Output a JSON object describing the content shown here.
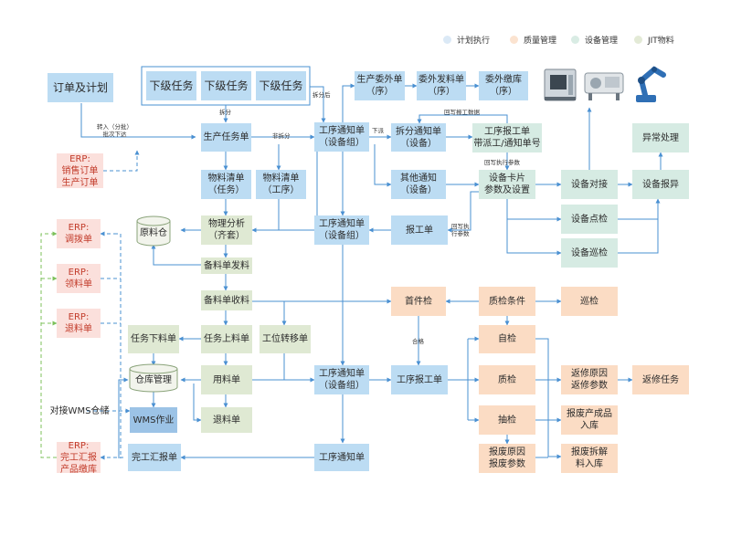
{
  "legend": [
    {
      "label": "计划执行",
      "color": "#dbe9f6"
    },
    {
      "label": "质量管理",
      "color": "#fbe3d0"
    },
    {
      "label": "设备管理",
      "color": "#d9ece4"
    },
    {
      "label": "JIT物料",
      "color": "#e3ead6"
    }
  ],
  "boxes": {
    "order_plan": "订单及计划",
    "sub_task_1": "下级任务",
    "sub_task_2": "下级任务",
    "sub_task_3": "下级任务",
    "outsource_order": "生产委外单\n（序）",
    "outsource_issue": "委外发料单\n（序）",
    "outsource_receipt": "委外缴库\n（序）",
    "erp_sales": "ERP:\n销售订单\n生产订单",
    "prod_task": "生产任务单",
    "process_notice_1": "工序通知单\n（设备组）",
    "split_notice": "拆分通知单\n（设备）",
    "process_report": "工序报工单\n带派工/通知单号",
    "exception": "异常处理",
    "bom_task": "物料清单\n（任务）",
    "bom_process": "物料清单\n（工序）",
    "other_notice": "其他通知\n（设备）",
    "device_card": "设备卡片\n参数及设置",
    "device_dock": "设备对接",
    "device_report": "设备报异",
    "erp_transfer": "ERP:\n调拨单",
    "raw_warehouse": "原料仓",
    "material_analysis": "物理分析\n（齐套）",
    "process_notice_2": "工序通知单\n（设备组）",
    "report_order": "报工单",
    "device_check": "设备点检",
    "erp_pick": "ERP:\n领料单",
    "prep_issue": "备料单发料",
    "device_patrol": "设备巡检",
    "erp_return": "ERP:\n退料单",
    "prep_receive": "备料单收料",
    "first_inspect": "首件检",
    "qc_conditions": "质检条件",
    "patrol_inspect": "巡检",
    "task_issue": "任务下料单",
    "task_feed": "任务上料单",
    "station_transfer": "工位转移单",
    "self_inspect": "自检",
    "warehouse_mgmt": "仓库管理",
    "material_use": "用料单",
    "process_notice_3": "工序通知单\n（设备组）",
    "process_report_2": "工序报工单",
    "quality_inspect": "质检",
    "rework_reason": "返修原因\n返修参数",
    "rework_task": "返修任务",
    "wms_dock": "对接WMS仓储",
    "wms_job": "WMS作业",
    "return_material": "退料单",
    "sample_inspect": "抽检",
    "scrap_product": "报废产成品\n入库",
    "erp_finish": "ERP:\n完工汇报\n产品缴库",
    "finish_report": "完工汇报单",
    "process_notice_4": "工序通知单",
    "scrap_reason": "报废原因\n报废参数",
    "scrap_disassemble": "报废拆解\n料入库"
  },
  "labels": {
    "split": "拆分",
    "split_after": "拆分后",
    "transfer_in": "转入（分批）\n批次下达",
    "non_split": "非拆分",
    "issue_down": "下派",
    "writeback_report": "回写报工数据",
    "writeback_param_1": "回写执行参数",
    "writeback_param_2": "回写执\n行参数",
    "pass": "合格"
  }
}
